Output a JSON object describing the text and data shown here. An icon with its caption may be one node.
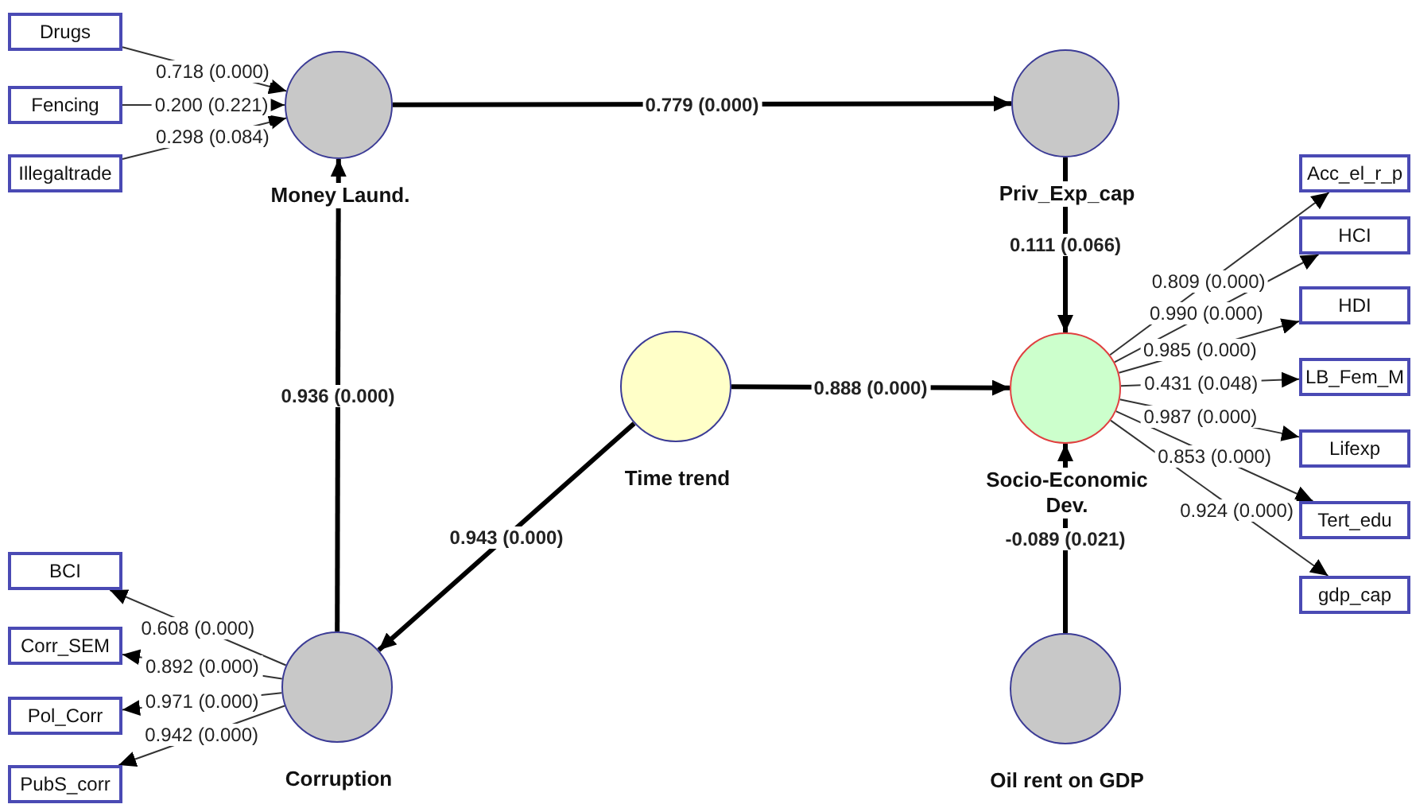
{
  "diagram": {
    "nodes": [
      {
        "text": [
          "Drugs"
        ]
      },
      {
        "text": [
          "Fencing"
        ]
      },
      {
        "text": [
          "Illegaltrade"
        ]
      },
      {
        "text": [
          "Money Laund."
        ]
      },
      {
        "text": [
          "Priv_Exp_cap"
        ]
      },
      {
        "text": [
          "Acc_el_r_p"
        ]
      },
      {
        "text": [
          "HCI"
        ]
      },
      {
        "text": [
          "HDI"
        ]
      },
      {
        "text": [
          "LB_Fem_M"
        ]
      },
      {
        "text": [
          "Time trend"
        ]
      },
      {
        "text": [
          "Socio-Economic Dev."
        ]
      },
      {
        "text": [
          "Lifexp"
        ]
      },
      {
        "text": [
          "Tert_edu"
        ]
      },
      {
        "text": [
          "gdp_cap"
        ]
      },
      {
        "text": [
          "BCI"
        ]
      },
      {
        "text": [
          "Corr_SEM"
        ]
      },
      {
        "text": [
          "Pol_Corr"
        ]
      },
      {
        "text": [
          "PubS_corr"
        ]
      },
      {
        "text": [
          "Corruption"
        ]
      },
      {
        "text": [
          "Oil rent on GDP"
        ]
      }
    ],
    "edges": [
      {
        "from": 0,
        "to": 3,
        "arrow": "to",
        "label": "0.718 (0.000)"
      },
      {
        "from": 1,
        "to": 3,
        "arrow": "to",
        "label": "0.200 (0.221)"
      },
      {
        "from": 2,
        "to": 3,
        "arrow": "to",
        "label": "0.298 (0.084)"
      },
      {
        "from": 3,
        "to": 4,
        "arrow": "to",
        "label": "0.779 (0.000)",
        "style": "thick"
      },
      {
        "from": 4,
        "to": 10,
        "arrow": "to",
        "label": "0.111 (0.066)",
        "style": "thick"
      },
      {
        "from": 10,
        "to": 5,
        "arrow": "to",
        "label": "0.809 (0.000)"
      },
      {
        "from": 10,
        "to": 6,
        "arrow": "to",
        "label": "0.990 (0.000)"
      },
      {
        "from": 10,
        "to": 7,
        "arrow": "to",
        "label": "0.985 (0.000)"
      },
      {
        "from": 10,
        "to": 8,
        "arrow": "to",
        "label": "0.431 (0.048)"
      },
      {
        "from": 10,
        "to": 11,
        "arrow": "to",
        "label": "0.987 (0.000)"
      },
      {
        "from": 10,
        "to": 12,
        "arrow": "to",
        "label": "0.853 (0.000)"
      },
      {
        "from": 10,
        "to": 13,
        "arrow": "to",
        "label": "0.924 (0.000)"
      },
      {
        "from": 9,
        "to": 10,
        "arrow": "to",
        "label": "0.888 (0.000)",
        "style": "thick"
      },
      {
        "from": 18,
        "to": 3,
        "arrow": "to",
        "label": "0.936 (0.000)",
        "style": "thick"
      },
      {
        "from": 9,
        "to": 18,
        "arrow": "to",
        "label": "0.943 (0.000)",
        "style": "thick"
      },
      {
        "from": 18,
        "to": 14,
        "arrow": "to",
        "label": "0.608 (0.000)"
      },
      {
        "from": 18,
        "to": 15,
        "arrow": "to",
        "label": "0.892 (0.000)"
      },
      {
        "from": 18,
        "to": 16,
        "arrow": "to",
        "label": "0.971 (0.000)"
      },
      {
        "from": 18,
        "to": 17,
        "arrow": "to",
        "label": "0.942 (0.000)"
      },
      {
        "from": 19,
        "to": 10,
        "arrow": "to",
        "label": "-0.089 (0.021)",
        "style": "thick"
      }
    ]
  }
}
